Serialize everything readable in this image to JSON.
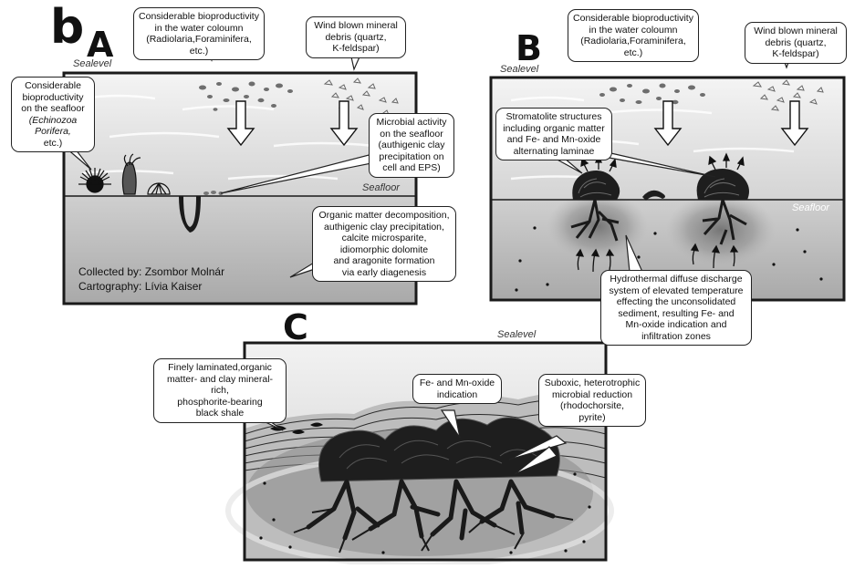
{
  "figure_label": "b",
  "panel_a": {
    "letter": "A",
    "sealevel": "Sealevel",
    "seafloor": "Seafloor",
    "callout_seafloor_bio": [
      "Considerable",
      "bioproductivity",
      "on the seafloor",
      "(Echinozoa",
      "Porifera,",
      "etc.)"
    ],
    "callout_water_bio": [
      "Considerable bioproductivity",
      "in the water coloumn",
      "(Radiolaria,Foraminifera, etc.)"
    ],
    "callout_wind": [
      "Wind blown mineral",
      "debris (quartz,",
      "K-feldspar)"
    ],
    "callout_microbial": [
      "Microbial activity",
      "on the seafloor",
      "(authigenic clay",
      "precipitation on",
      "cell and EPS)"
    ],
    "callout_organic": [
      "Organic matter decomposition,",
      "authigenic clay precipitation,",
      "calcite microsparite,",
      "idiomorphic dolomite",
      "and aragonite formation",
      "via early diagenesis"
    ],
    "credit_collected": "Collected by: Zsombor Molnár",
    "credit_cartography": "Cartography: Lívia Kaiser"
  },
  "panel_b": {
    "letter": "B",
    "sealevel": "Sealevel",
    "seafloor": "Seafloor",
    "callout_water_bio": [
      "Considerable bioproductivity",
      "in the water coloumn",
      "(Radiolaria,Foraminifera, etc.)"
    ],
    "callout_wind": [
      "Wind blown mineral",
      "debris (quartz,",
      "K-feldspar)"
    ],
    "callout_stromatolite": [
      "Stromatolite structures",
      "including organic matter",
      "and Fe- and Mn-oxide",
      "alternating laminae"
    ],
    "callout_hydrothermal": [
      "Hydrothermal diffuse discharge",
      "system of elevated temperature",
      "effecting the unconsolidated",
      "sediment, resulting Fe- and",
      "Mn-oxide indication and",
      "infiltration zones"
    ]
  },
  "panel_c": {
    "letter": "C",
    "sealevel": "Sealevel",
    "callout_shale": [
      "Finely laminated,organic",
      "matter- and clay mineral-rich,",
      "phosphorite-bearing",
      "black shale"
    ],
    "callout_femn": [
      "Fe- and Mn-oxide",
      "indication"
    ],
    "callout_suboxic": [
      "Suboxic, heterotrophic",
      "microbial reduction",
      "(rhodochorsite,",
      "pyrite)"
    ]
  },
  "colors": {
    "outline": "#1a1a1a",
    "water": "#e2e2e2",
    "sediment": "#b8b8b8",
    "mat": "#1e1e1e"
  }
}
